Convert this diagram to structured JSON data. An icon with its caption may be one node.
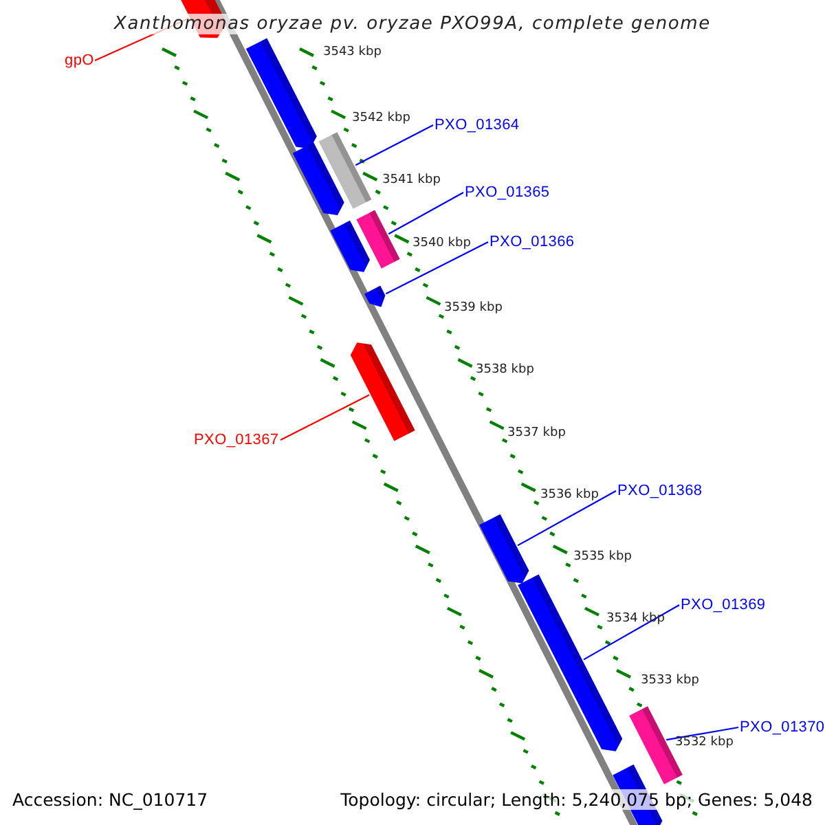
{
  "diagram": {
    "title": "Xanthomonas oryzae pv. oryzae PXO99A, complete genome",
    "nodes": [
      {
        "text": [
          "gpO"
        ]
      },
      {
        "text": [],
        "shape": "bar"
      },
      {
        "text": [],
        "shape": "bar"
      },
      {
        "text": [
          "PXO_01364"
        ]
      },
      {
        "text": [],
        "shape": "bar"
      },
      {
        "text": [],
        "shape": "bar"
      },
      {
        "text": [
          "PXO_01365"
        ]
      },
      {
        "text": [],
        "shape": "bar"
      },
      {
        "text": [],
        "shape": "bar"
      },
      {
        "text": [
          "PXO_01366"
        ]
      },
      {
        "text": [],
        "shape": "bar"
      },
      {
        "text": [
          "PXO_01367"
        ]
      },
      {
        "text": [],
        "shape": "bar"
      },
      {
        "text": [
          "PXO_01368"
        ]
      },
      {
        "text": [],
        "shape": "bar"
      },
      {
        "text": [
          "PXO_01369"
        ]
      },
      {
        "text": [],
        "shape": "bar"
      },
      {
        "text": [
          "PXO_01370"
        ]
      },
      {
        "text": [],
        "shape": "bar"
      },
      {
        "text": [],
        "shape": "bar"
      }
    ],
    "edges": [
      {
        "from": 0,
        "to": 1,
        "arrow": "none",
        "color": "#ff0000"
      },
      {
        "from": 3,
        "to": 5,
        "arrow": "none"
      },
      {
        "from": 6,
        "to": 7,
        "arrow": "none"
      },
      {
        "from": 9,
        "to": 10,
        "arrow": "none"
      },
      {
        "from": 11,
        "to": 12,
        "arrow": "none",
        "color": "#ff0000"
      },
      {
        "from": 13,
        "to": 14,
        "arrow": "none"
      },
      {
        "from": 15,
        "to": 16,
        "arrow": "none"
      },
      {
        "from": 17,
        "to": 18,
        "arrow": "none"
      }
    ],
    "labels": [
      "3543 kbp",
      "3542 kbp",
      "3541 kbp",
      "3540 kbp",
      "3539 kbp",
      "3538 kbp",
      "3537 kbp",
      "3536 kbp",
      "3535 kbp",
      "3534 kbp",
      "3533 kbp",
      "3532 kbp",
      "Accession: NC_010717",
      "Topology: circular; Length: 5,240,075 bp; Genes: 5,048"
    ]
  }
}
